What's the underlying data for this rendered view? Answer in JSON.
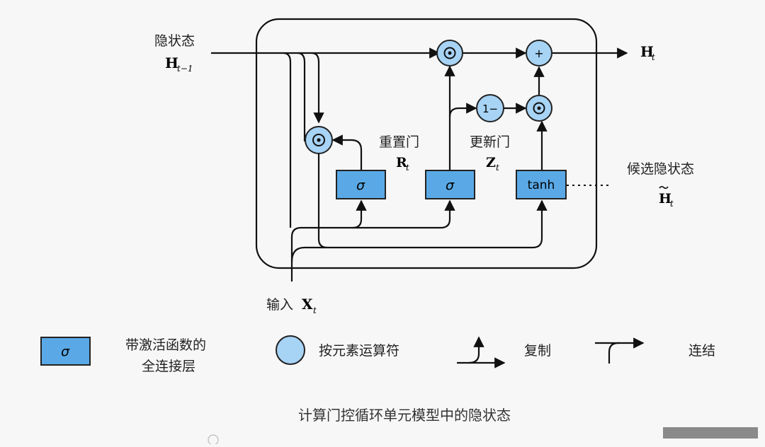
{
  "labels": {
    "hidden_state": "隐状态",
    "output_hidden": "H",
    "output_hidden_sub": "t",
    "prev_hidden": "H",
    "prev_hidden_sub": "t−1",
    "reset_gate": "重置门",
    "reset_symbol": "R",
    "reset_sub": "t",
    "update_gate": "更新门",
    "update_symbol": "Z",
    "update_sub": "t",
    "candidate": "候选隐状态",
    "candidate_symbol": "H",
    "candidate_sub": "t",
    "input": "输入",
    "input_symbol": "X",
    "input_sub": "t"
  },
  "nodes": {
    "sigma_reset": "σ",
    "sigma_update": "σ",
    "tanh": "tanh",
    "one_minus": "1−",
    "plus": "+"
  },
  "legend": {
    "fc_symbol": "σ",
    "fc_line1": "带激活函数的",
    "fc_line2": "全连接层",
    "elementwise": "按元素运算符",
    "copy": "复制",
    "concat": "连结"
  },
  "caption": "计算门控循环单元模型中的隐状态",
  "colors": {
    "gate_fill": "#5aa9e6",
    "operator_fill": "#a7d3f5",
    "line": "#111111"
  }
}
